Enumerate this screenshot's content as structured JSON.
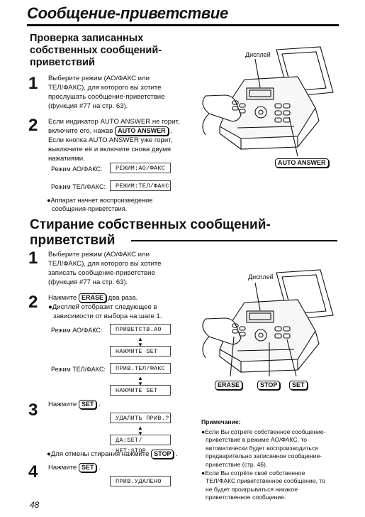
{
  "header": {
    "title": "Сообщение-приветствие"
  },
  "section1": {
    "title_lines": [
      "Проверка записанных",
      "собственных сообщений-",
      "приветствий"
    ],
    "step1": {
      "num": "1",
      "lines": [
        "Выберите режим (АО/ФАКС или",
        "ТЕЛ/ФАКС), для которого вы хотите",
        "прослушать сообщение-приветствие",
        "(функция #77 на стр. 63)."
      ]
    },
    "step2": {
      "num": "2",
      "line1a": "Если индикатор AUTO ANSWER не горит,",
      "line2a": "включите его, нажав",
      "key": "AUTO ANSWER",
      "line2b": ".",
      "lines_rest": [
        "Если кнопка AUTO ANSWER уже горит,",
        "выключите её и включите снова двумя",
        "нажатиями."
      ]
    },
    "displays": [
      {
        "label": "Режим АО/ФАКС:",
        "value": "РЕЖИМ:АО/ФАКС"
      },
      {
        "label": "Режим ТЕЛ/ФАКС:",
        "value": "РЕЖИМ:ТЕЛ/ФАКС"
      }
    ],
    "bullet_lines": [
      "●Аппарат начнет воспроизведение",
      "сообщения-приветствия."
    ],
    "figure": {
      "display_label": "Дисплей",
      "button_label": "AUTO ANSWER"
    }
  },
  "section2": {
    "title_lines": [
      "Стирание собственных сообщений-",
      "приветствий"
    ],
    "step1": {
      "num": "1",
      "lines": [
        "Выберите режим (АО/ФАКС или",
        "ТЕЛ/ФАКС), для которого вы хотите",
        "записать сообщение-приветствие",
        "(функция #77 на стр. 63)."
      ]
    },
    "step2": {
      "num": "2",
      "press": "Нажмите",
      "key": "ERASE",
      "after": "два раза.",
      "bullet_lines": [
        "●Дисплей отобразит следующее в",
        "зависимости от выбора на шаге 1."
      ]
    },
    "displays": [
      {
        "label": "Режим АО/ФАКС:",
        "value": "ПРИВЕТСТВ.АО",
        "next": "НАЖМИТЕ SET"
      },
      {
        "label": "Режим ТЕЛ/ФАКС:",
        "value": "ПРИВ.ТЕЛ/ФАКС",
        "next": "НАЖМИТЕ SET"
      }
    ],
    "step3": {
      "num": "3",
      "press": "Нажмите",
      "key": "SET",
      "after": ".",
      "displays": [
        "УДАЛИТЬ ПРИВ.?",
        "ДА:SET/НЕТ:STOP"
      ],
      "cancel_text": "●Для отмены стирания нажмите",
      "cancel_key": "STOP",
      "cancel_after": "."
    },
    "step4": {
      "num": "4",
      "press": "Нажмите",
      "key": "SET",
      "after": ".",
      "display": "ПРИВ.УДАЛЕНО"
    },
    "figure": {
      "display_label": "Дисплей",
      "buttons": [
        "ERASE",
        "STOP",
        "SET"
      ]
    },
    "note": {
      "title": "Примечание:",
      "lines": [
        "●Если Вы сотрете собственное сообщение-",
        "приветствие в режиме АО/ФАКС, то",
        "автоматически будет воспроизводиться",
        "предварительно записанное сообщение-",
        "приветствие (стр. 46).",
        "●Если Вы сотрёте своё собственное",
        "ТЕЛ/ФАКС приветственное сообщение, то",
        "не будет проигрываться никакое",
        "приветственное сообщение."
      ]
    }
  },
  "footer": {
    "page_number": "48"
  }
}
